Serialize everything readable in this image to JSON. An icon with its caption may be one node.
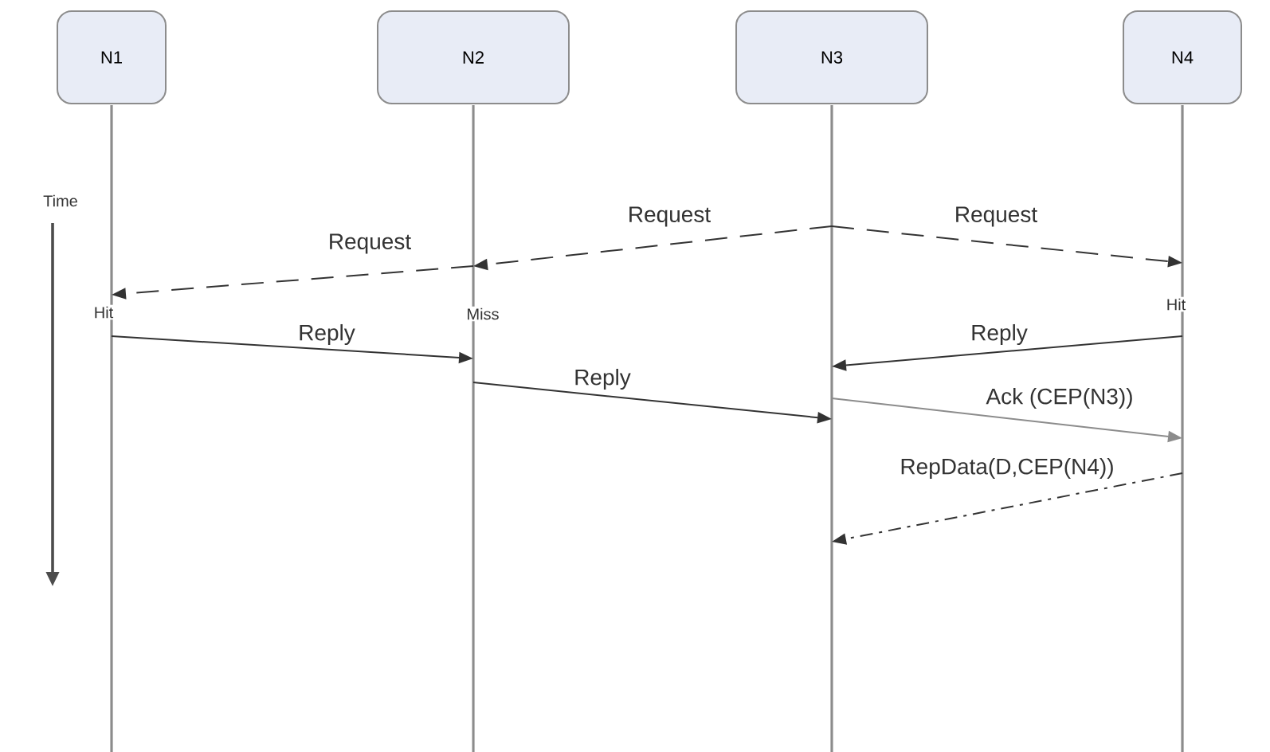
{
  "diagram": {
    "nodes": [
      {
        "text": [
          "N1"
        ]
      },
      {
        "text": [
          "N2"
        ]
      },
      {
        "text": [
          "N3"
        ]
      },
      {
        "text": [
          "N4"
        ]
      }
    ],
    "edges": [
      {
        "from": 2,
        "to": 1,
        "arrow": "to",
        "label": "Request",
        "style": "dashed"
      },
      {
        "from": 1,
        "to": 0,
        "arrow": "to",
        "label": "Request",
        "style": "dashed"
      },
      {
        "from": 2,
        "to": 3,
        "arrow": "to",
        "label": "Request",
        "style": "dashed"
      },
      {
        "from": 0,
        "to": 1,
        "arrow": "to",
        "label": "Reply"
      },
      {
        "from": 1,
        "to": 2,
        "arrow": "to",
        "label": "Reply"
      },
      {
        "from": 3,
        "to": 2,
        "arrow": "to",
        "label": "Reply"
      },
      {
        "from": 2,
        "to": 3,
        "arrow": "to",
        "label": "Ack (CEP(N3))",
        "color": "#8c8c8c"
      },
      {
        "from": 3,
        "to": 2,
        "arrow": "to",
        "label": "RepData(D,CEP(N4))",
        "style": "dashed"
      }
    ],
    "labels": [
      "Time",
      "Hit",
      "Miss",
      "Hit"
    ]
  }
}
